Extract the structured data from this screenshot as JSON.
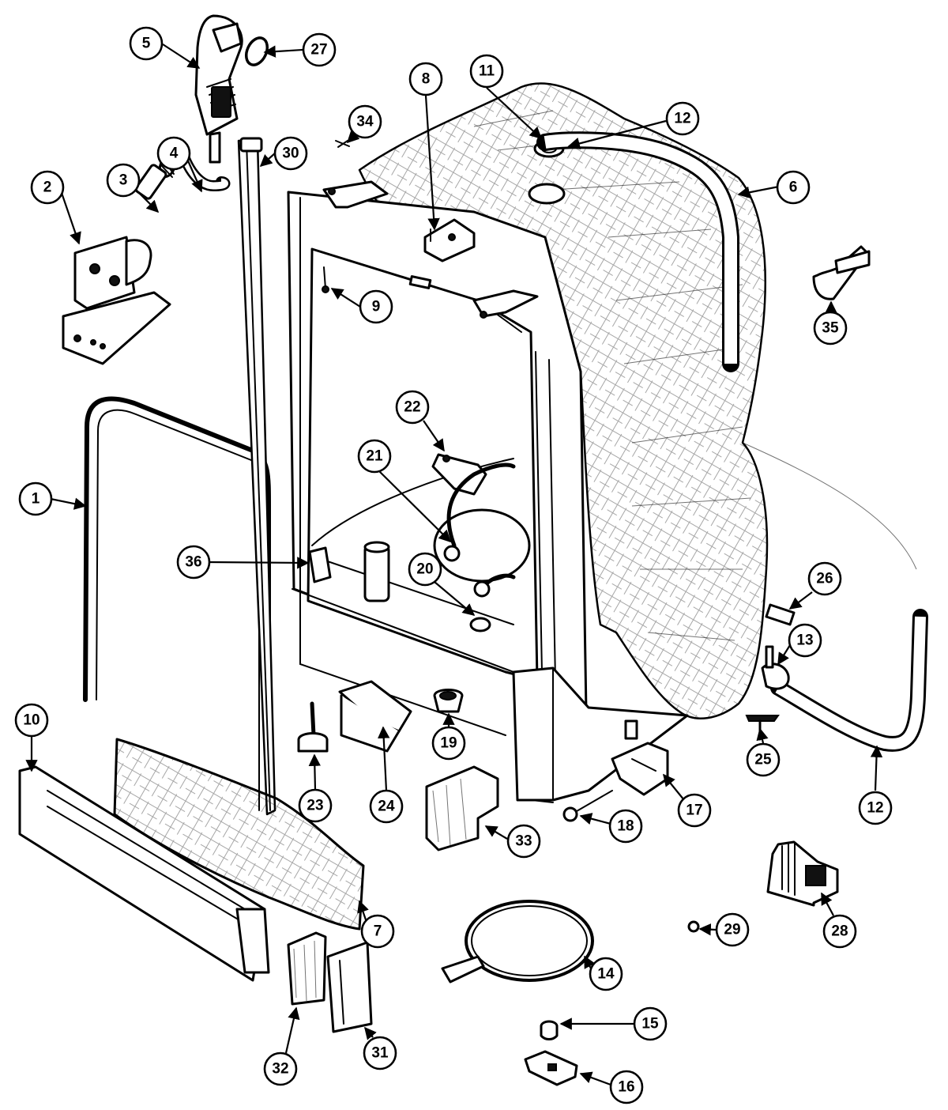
{
  "callouts": [
    {
      "id": "c1",
      "label": "1"
    },
    {
      "id": "c2",
      "label": "2"
    },
    {
      "id": "c3",
      "label": "3"
    },
    {
      "id": "c4",
      "label": "4"
    },
    {
      "id": "c5",
      "label": "5"
    },
    {
      "id": "c6",
      "label": "6"
    },
    {
      "id": "c7",
      "label": "7"
    },
    {
      "id": "c8",
      "label": "8"
    },
    {
      "id": "c9",
      "label": "9"
    },
    {
      "id": "c10",
      "label": "10"
    },
    {
      "id": "c11",
      "label": "11"
    },
    {
      "id": "c12a",
      "label": "12"
    },
    {
      "id": "c12b",
      "label": "12"
    },
    {
      "id": "c13",
      "label": "13"
    },
    {
      "id": "c14",
      "label": "14"
    },
    {
      "id": "c15",
      "label": "15"
    },
    {
      "id": "c16",
      "label": "16"
    },
    {
      "id": "c17",
      "label": "17"
    },
    {
      "id": "c18",
      "label": "18"
    },
    {
      "id": "c19",
      "label": "19"
    },
    {
      "id": "c20",
      "label": "20"
    },
    {
      "id": "c21",
      "label": "21"
    },
    {
      "id": "c22",
      "label": "22"
    },
    {
      "id": "c23",
      "label": "23"
    },
    {
      "id": "c24",
      "label": "24"
    },
    {
      "id": "c25",
      "label": "25"
    },
    {
      "id": "c26",
      "label": "26"
    },
    {
      "id": "c27",
      "label": "27"
    },
    {
      "id": "c28",
      "label": "28"
    },
    {
      "id": "c29",
      "label": "29"
    },
    {
      "id": "c30",
      "label": "30"
    },
    {
      "id": "c31",
      "label": "31"
    },
    {
      "id": "c32",
      "label": "32"
    },
    {
      "id": "c33",
      "label": "33"
    },
    {
      "id": "c34",
      "label": "34"
    },
    {
      "id": "c35",
      "label": "35"
    },
    {
      "id": "c36",
      "label": "36"
    }
  ]
}
